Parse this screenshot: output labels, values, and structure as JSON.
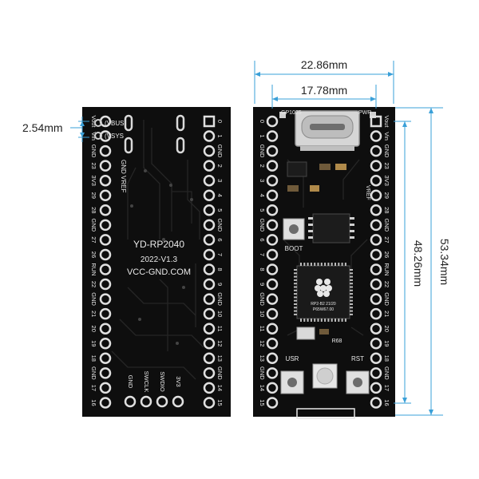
{
  "dimensions": {
    "pin_pitch": "2.54mm",
    "board_width": "22.86mm",
    "pin_span": "17.78mm",
    "pin_row_length": "48.26mm",
    "board_length": "53.34mm"
  },
  "back": {
    "product": "YD-RP2040",
    "version": "2022-V1.3",
    "website": "VCC-GND.COM",
    "vbus": "(VBUS",
    "vsys": "(VSYS",
    "gnd_vref": "GND VREF",
    "left_pins": [
      "Vout",
      "Vin",
      "GND",
      "23",
      "3V3",
      "29",
      "28",
      "GND",
      "27",
      "26",
      "RUN",
      "22",
      "GND",
      "21",
      "20",
      "19",
      "18",
      "GND",
      "17",
      "16"
    ],
    "right_pins": [
      "0",
      "1",
      "GND",
      "2",
      "3",
      "4",
      "5",
      "GND",
      "6",
      "7",
      "8",
      "9",
      "GND",
      "10",
      "11",
      "12",
      "13",
      "GND",
      "14",
      "15"
    ],
    "bottom_labels": [
      "GND",
      "SWCLK",
      "SWDIO",
      "3V3"
    ]
  },
  "front": {
    "gp1025": "GP1025",
    "pwr": "PWR",
    "boot": "BOOT",
    "usr": "USR",
    "rst": "RST",
    "r68": "R68",
    "vref": "VREF",
    "chip_line1": "RP2-B2 21/20",
    "chip_line2": "P65W67.00",
    "left_pins": [
      "0",
      "1",
      "GND",
      "2",
      "3",
      "4",
      "5",
      "GND",
      "6",
      "7",
      "8",
      "9",
      "GND",
      "10",
      "11",
      "12",
      "13",
      "GND",
      "14",
      "15"
    ],
    "right_pins": [
      "Vout",
      "Vin",
      "GND",
      "23",
      "3V3",
      "29",
      "28",
      "GND",
      "27",
      "26",
      "RUN",
      "22",
      "GND",
      "21",
      "20",
      "19",
      "18",
      "GND",
      "17",
      "16"
    ]
  }
}
